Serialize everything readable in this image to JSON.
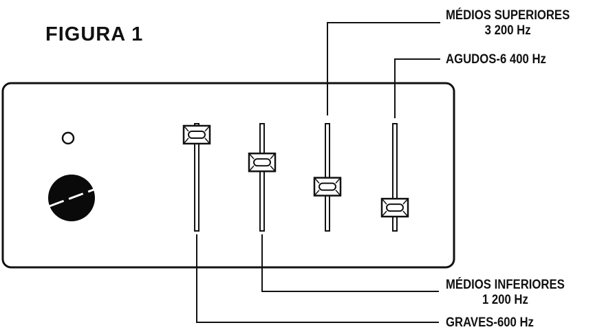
{
  "figure": {
    "title": "FIGURA 1"
  },
  "labels": {
    "medios_superiores": {
      "line1": "MÉDIOS SUPERIORES",
      "line2": "3 200 Hz"
    },
    "agudos": {
      "line1": "AGUDOS-6 400 Hz"
    },
    "medios_inferiores": {
      "line1": "MÉDIOS INFERIORES",
      "line2": "1 200 Hz"
    },
    "graves": {
      "line1": "GRAVES-600 Hz"
    }
  },
  "sliders": [
    {
      "name": "graves",
      "level": 1.0
    },
    {
      "name": "medios-inferiores",
      "level": 0.67
    },
    {
      "name": "medios-superiores",
      "level": 0.38
    },
    {
      "name": "agudos",
      "level": 0.13
    }
  ],
  "colors": {
    "ink": "#111111",
    "panel": "#ffffff",
    "knob": "#0a0a0a"
  }
}
